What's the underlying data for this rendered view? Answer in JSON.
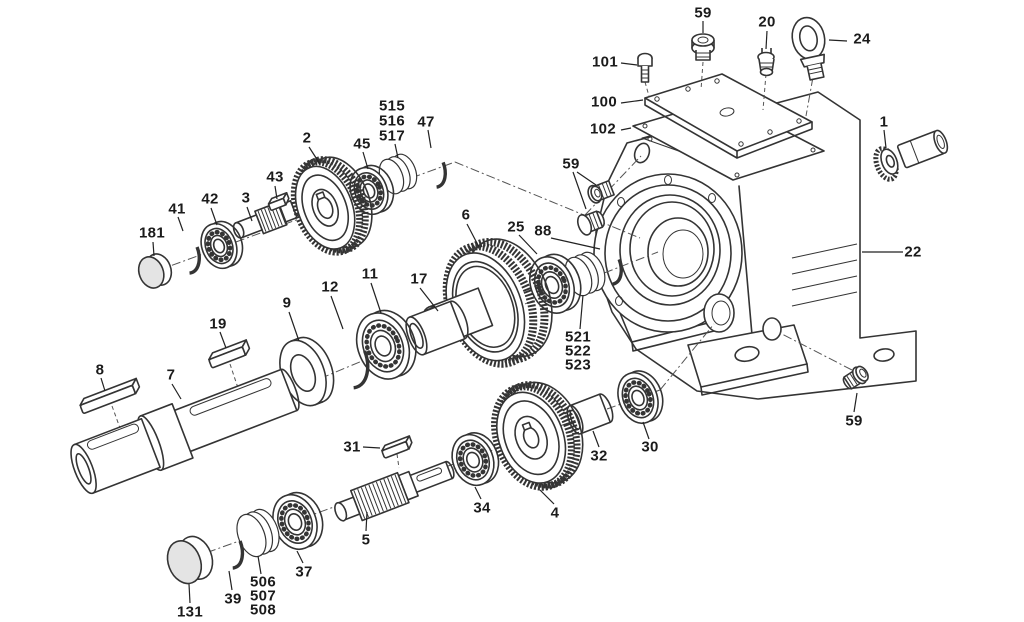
{
  "diagram_type": "exploded parts diagram",
  "colors": {
    "line": "#343434",
    "label": "#1b1b1b",
    "background": "#ffffff",
    "shaded_fill": "#e4e4e4"
  },
  "labels": {
    "n59_top": "59",
    "n20": "20",
    "n24": "24",
    "n101": "101",
    "n100": "100",
    "n102": "102",
    "n1": "1",
    "n22": "22",
    "n59_left": "59",
    "n59_bottom": "59",
    "n515": "515",
    "n516": "516",
    "n517": "517",
    "n47": "47",
    "n45": "45",
    "n2": "2",
    "n43": "43",
    "n3": "3",
    "n42": "42",
    "n41": "41",
    "n181": "181",
    "n6": "6",
    "n25": "25",
    "n88": "88",
    "n521": "521",
    "n522": "522",
    "n523": "523",
    "n11": "11",
    "n17": "17",
    "n12": "12",
    "n9": "9",
    "n19": "19",
    "n8": "8",
    "n7": "7",
    "n31": "31",
    "n30": "30",
    "n32": "32",
    "n4": "4",
    "n34": "34",
    "n5": "5",
    "n37": "37",
    "n506": "506",
    "n507": "507",
    "n508": "508",
    "n39": "39",
    "n131": "131"
  }
}
